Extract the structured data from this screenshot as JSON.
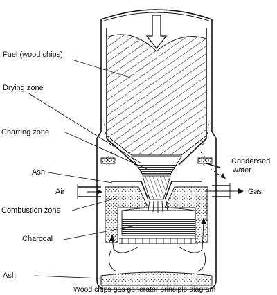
{
  "labels": {
    "fuel": "Fuel (wood chips)",
    "drying_zone": "Drying zone",
    "charring_zone": "Charring zone",
    "ash_upper": "Ash",
    "air": "Air",
    "combustion_zone": "Combustion zone",
    "charcoal": "Charcoal",
    "ash_lower": "Ash",
    "condensed_water_line1": "Condensed",
    "condensed_water_line2": "water",
    "gas": "Gas"
  },
  "caption": "Wood chips gas generator principle diagram"
}
